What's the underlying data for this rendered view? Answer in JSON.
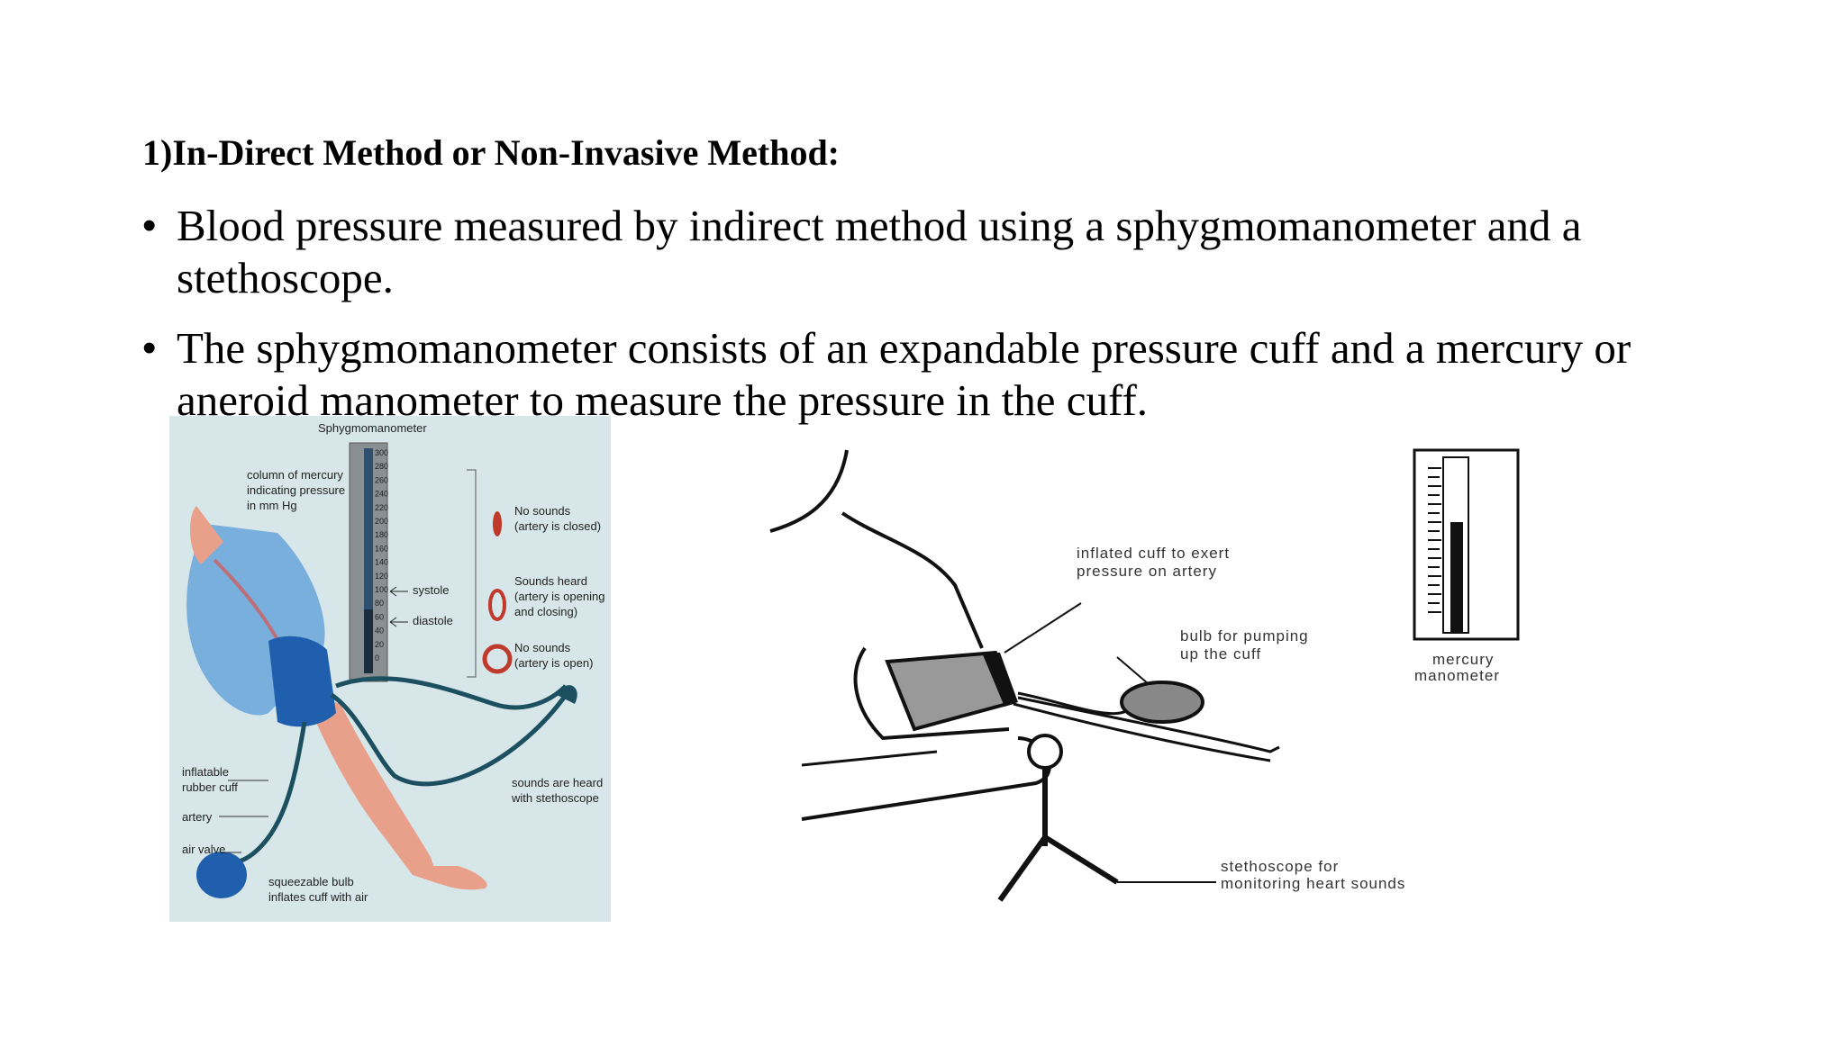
{
  "slide": {
    "heading": "1)In-Direct Method or Non-Invasive Method:",
    "bullets": [
      {
        "text": " Blood pressure measured by indirect method using a sphygmomanometer and a stethoscope."
      },
      {
        "text": "The sphygmomanometer consists of an expandable pressure cuff and a mercury or aneroid manometer to measure the pressure in the cuff."
      }
    ],
    "bullet_glyph": "•"
  },
  "figure_left": {
    "title": "Sphygmomanometer",
    "column_label": [
      "column of mercury",
      "indicating pressure",
      "in mm Hg"
    ],
    "scale": [
      "300",
      "280",
      "260",
      "240",
      "220",
      "200",
      "180",
      "160",
      "140",
      "120",
      "100",
      "80",
      "60",
      "40",
      "20",
      "0"
    ],
    "systole": "systole",
    "diastole": "diastole",
    "state1": [
      "No sounds",
      "(artery is closed)"
    ],
    "state2": [
      "Sounds heard",
      "(artery is opening",
      "and closing)"
    ],
    "state3": [
      "No sounds",
      "(artery is open)"
    ],
    "cuff_label": [
      "inflatable",
      "rubber cuff"
    ],
    "artery_label": "artery",
    "valve_label": "air valve",
    "bulb_label": [
      "squeezable bulb",
      "inflates cuff with air"
    ],
    "steth_label": [
      "sounds are heard",
      "with stethoscope"
    ]
  },
  "figure_right": {
    "cuff_label": [
      "inflated cuff to exert",
      "pressure on artery"
    ],
    "bulb_label": [
      "bulb for pumping",
      "up the cuff"
    ],
    "manometer_label": [
      "mercury",
      "manometer"
    ],
    "steth_label": [
      "stethoscope for",
      "monitoring heart sounds"
    ]
  },
  "colors": {
    "panel_bg": "#d7e6e8",
    "sleeve": "#6fa8dc",
    "cuff": "#1f5fae",
    "tube": "#1c4f5f",
    "arm": "#e8a08a"
  }
}
